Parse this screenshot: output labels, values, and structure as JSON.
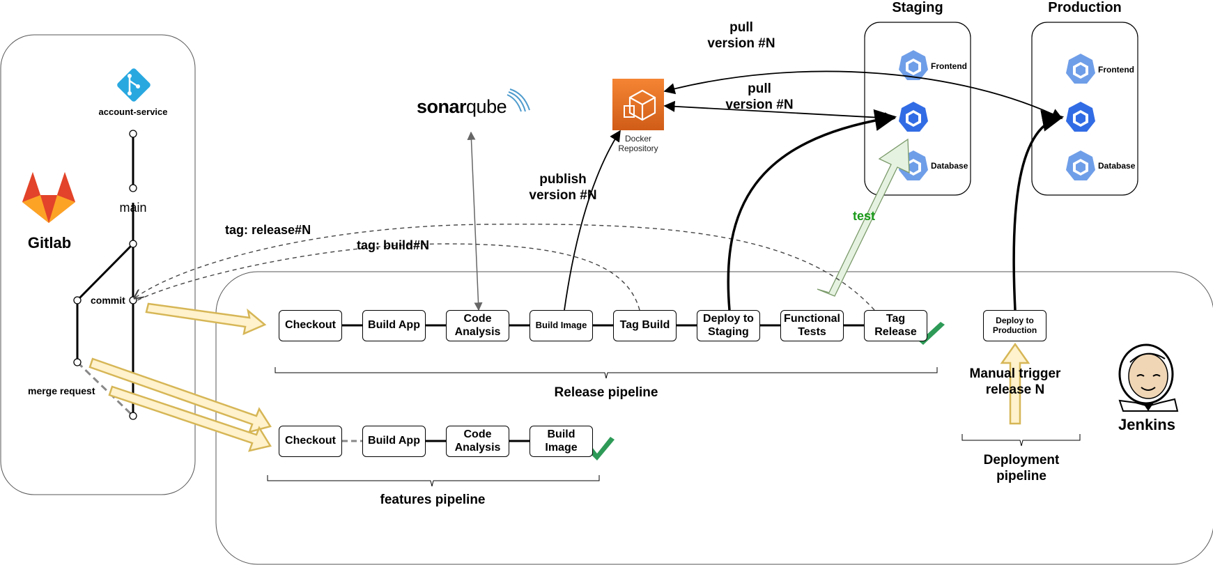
{
  "gitlab": {
    "title": "Gitlab",
    "repo_label": "account-service",
    "main_label": "main",
    "commit_label": "commit",
    "merge_label": "merge request"
  },
  "sonar": {
    "label_main": "sonar",
    "label_suffix": "qube"
  },
  "docker": {
    "label": "Docker\nRepository"
  },
  "jenkins": {
    "title": "Jenkins"
  },
  "release_pipeline": {
    "label": "Release pipeline",
    "stages": [
      "Checkout",
      "Build App",
      "Code\nAnalysis",
      "Build Image",
      "Tag Build",
      "Deploy to\nStaging",
      "Functional\nTests",
      "Tag Release"
    ]
  },
  "features_pipeline": {
    "label": "features pipeline",
    "stages": [
      "Checkout",
      "Build App",
      "Code\nAnalysis",
      "Build Image"
    ]
  },
  "deployment_pipeline": {
    "label": "Deployment\npipeline",
    "stage": "Deploy to\nProduction",
    "trigger_label": "Manual trigger\nrelease N"
  },
  "annotations": {
    "tag_release": "tag: release#N",
    "tag_build": "tag: build#N",
    "publish": "publish\nversion #N",
    "pull_top": "pull\nversion #N",
    "pull_mid": "pull\nversion #N",
    "test": "test"
  },
  "staging": {
    "title": "Staging",
    "frontend": "Frontend",
    "database": "Database"
  },
  "production": {
    "title": "Production",
    "frontend": "Frontend",
    "database": "Database"
  },
  "colors": {
    "gitlab_orange": "#e2432a",
    "sonar_blue": "#4e9bcd",
    "docker_orange": "#e8731b",
    "k8s_blue": "#326ce5",
    "k8s_light": "#6f9ee8",
    "check_green": "#2e9a57",
    "test_green": "#1a9a1a",
    "arrow_yellow_fill": "#fff2cc",
    "arrow_yellow_stroke": "#d6b656",
    "test_arrow_fill": "#e6f2e1"
  }
}
